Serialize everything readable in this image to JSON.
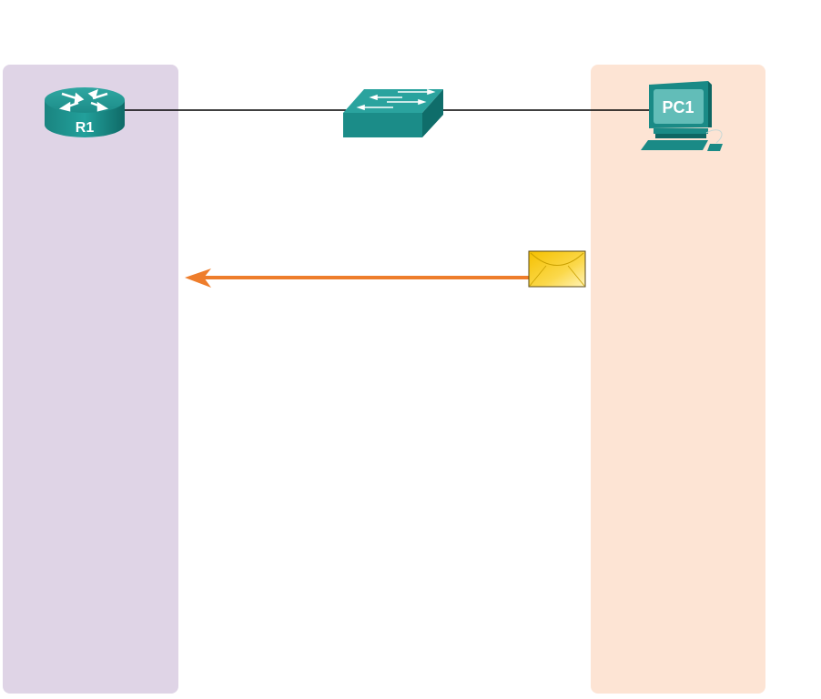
{
  "devices": {
    "router": {
      "label": "R1",
      "type": "router"
    },
    "switch": {
      "label": "",
      "type": "switch"
    },
    "pc": {
      "label": "PC1",
      "type": "pc"
    }
  },
  "lanes": {
    "left": {
      "color": "#dfd4e6"
    },
    "right": {
      "color": "#fde4d4"
    }
  },
  "message": {
    "icon": "envelope-icon",
    "direction": "right-to-left",
    "arrow_color": "#ee7d2b",
    "envelope_color": "#f5c518"
  },
  "colors": {
    "device_teal": "#1a8a86",
    "device_dark": "#0e6663",
    "link": "#000000"
  }
}
